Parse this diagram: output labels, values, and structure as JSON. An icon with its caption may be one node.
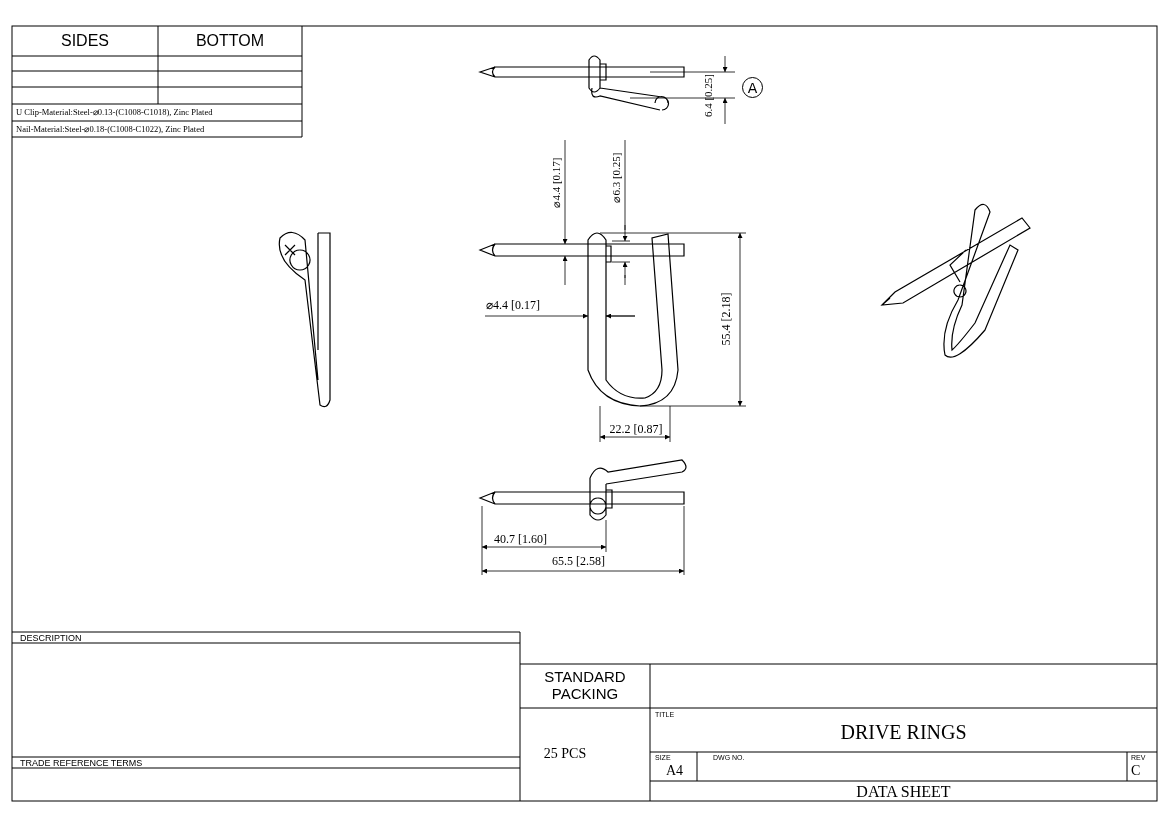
{
  "diagram": {
    "nodes": [
      {
        "text": [
          "A"
        ]
      }
    ],
    "labels": [
      "SIDES",
      "BOTTOM",
      "U Clip-Material:Steel-⌀0.13-(C1008-C1018), Zinc Plated",
      "Nail-Material:Steel-⌀0.18-(C1008-C1022), Zinc Plated",
      "6.4 [0.25]",
      "⌀4.4 [0.17]",
      "⌀6.3 [0.25]",
      "⌀4.4 [0.17]",
      "55.4 [2.18]",
      "22.2 [0.87]",
      "40.7 [1.60]",
      "65.5 [2.58]",
      "DESCRIPTION",
      "STANDARD PACKING",
      "TITLE",
      "DRIVE RINGS",
      "SIZE",
      "A4",
      "DWG NO.",
      "REV",
      "C",
      "TRADE REFERENCE TERMS",
      "25 PCS",
      "DATA SHEET"
    ]
  }
}
